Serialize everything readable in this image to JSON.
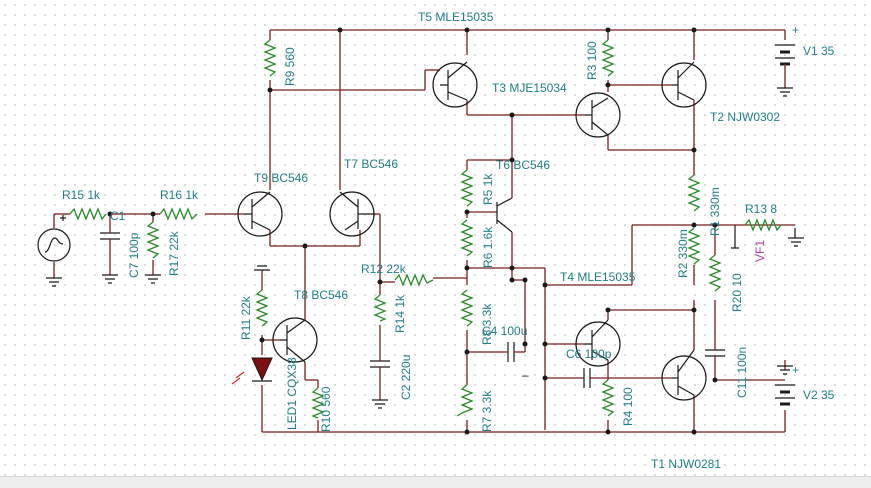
{
  "colors": {
    "wire": "#7a1f1f",
    "component": "#1a1a1a",
    "label": "#1f7f86",
    "probe": "#b03fb0",
    "resistor": "#2a8a2a"
  },
  "labels": {
    "t5": "T5 MLE15035",
    "r9": "R9 560",
    "r3": "R3 100",
    "v1": "V1 35",
    "t3": "T3 MJE15034",
    "t2": "T2 NJW0302",
    "t9": "T9 BC546",
    "t7": "T7 BC546",
    "t6": "T6 BC546",
    "r5": "R5 1k",
    "r1": "R1 330m",
    "r13": "R13 8",
    "r15": "R15 1k",
    "r16": "R16 1k",
    "c1": "C1",
    "c7": "C7 100p",
    "r17": "R17 22k",
    "r6": "R6 1.6k",
    "r2": "R2 330m",
    "vf1": "VF1",
    "r12": "R12 22k",
    "t4": "T4 MLE15035",
    "r20": "R20 10",
    "t8": "T8 BC546",
    "r11": "R11 22k",
    "r14": "R14 1k",
    "r8": "R8 3.3k",
    "c4": "C4 100u",
    "c6": "C6 100p",
    "c11": "C11 100n",
    "v2": "V2 35",
    "led1": "LED1 CQX38",
    "r10": "R10 560",
    "c2": "C2 220u",
    "r7": "R7 3.3k",
    "r4": "R4 100",
    "t1": "T1 NJW0281",
    "plus_top": "+",
    "plus_bottom": "+",
    "minus": "–"
  }
}
